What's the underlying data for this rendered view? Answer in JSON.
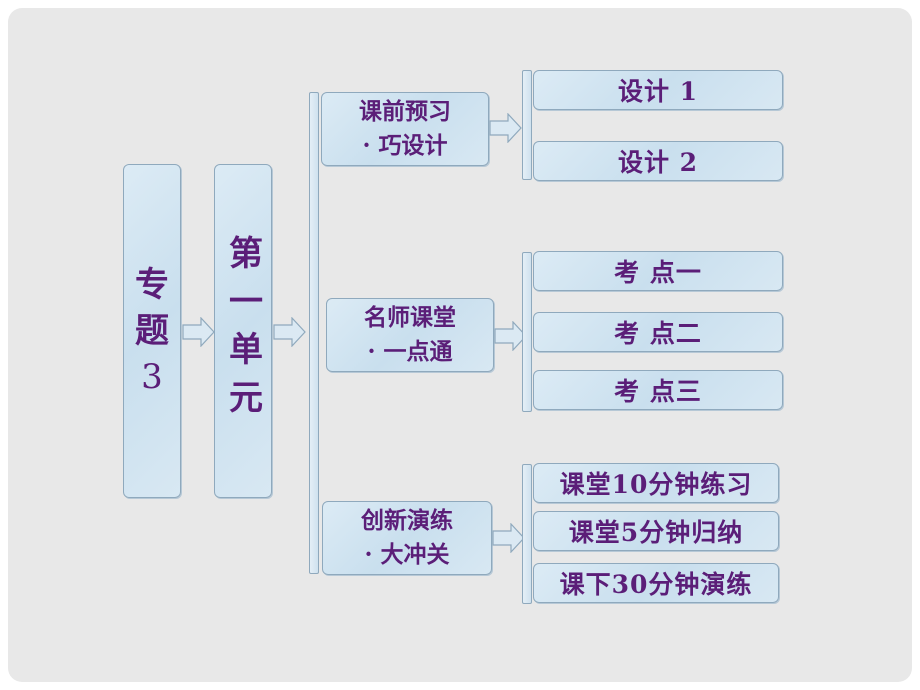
{
  "topic": {
    "line1": "专",
    "line2": "题",
    "line3": "3"
  },
  "unit": {
    "text": "第一单元"
  },
  "sections": [
    {
      "line1": "课前预习",
      "line2": "· 巧设计",
      "items": [
        "设计 1",
        "设计 2"
      ]
    },
    {
      "line1": "名师课堂",
      "line2": "· 一点通",
      "items": [
        "考 点一",
        "考 点二",
        "考 点三"
      ]
    },
    {
      "line1": "创新演练",
      "line2": "· 大冲关",
      "items": [
        "课堂10分钟练习",
        "课堂5分钟归纳",
        "课下30分钟演练"
      ]
    }
  ]
}
